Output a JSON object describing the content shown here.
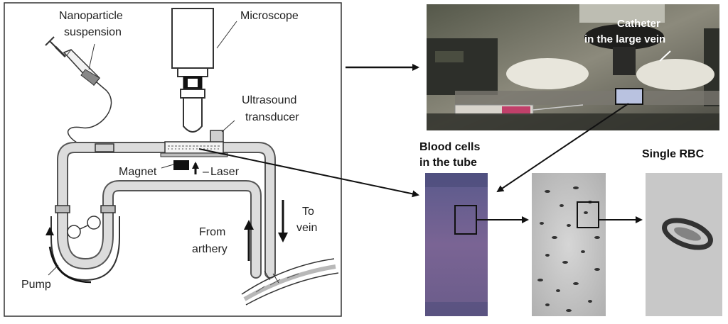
{
  "schematic": {
    "nanoparticle_label_line1": "Nanoparticle",
    "nanoparticle_label_line2": "suspension",
    "microscope_label": "Microscope",
    "ultrasound_label_line1": "Ultrasound",
    "ultrasound_label_line2": "transducer",
    "magnet_label": "Magnet",
    "laser_label": "Laser",
    "pump_label": "Pump",
    "from_label_line1": "From",
    "from_label_line2": "arthery",
    "to_label_line1": "To",
    "to_label_line2": "vein"
  },
  "photo": {
    "catheter_label_line1": "Catheter",
    "catheter_label_line2": "in the large vein"
  },
  "micrographs": {
    "blood_cells_label_line1": "Blood cells",
    "blood_cells_label_line2": "in the tube",
    "single_rbc_label": "Single RBC"
  },
  "colors": {
    "tube_outline": "#555555",
    "tube_fill": "#d8d8d8",
    "blood_tube": "#6e5f92",
    "photo_bg": "#3a3a30"
  }
}
